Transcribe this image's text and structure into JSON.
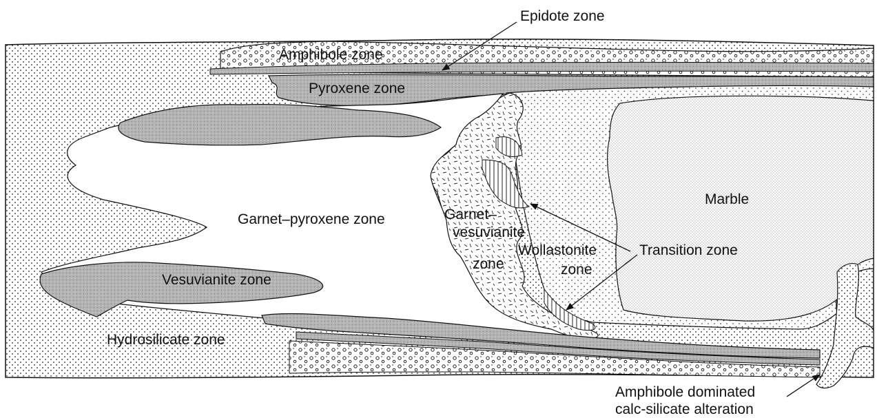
{
  "labels": {
    "epidote": "Epidote zone",
    "amphibole": "Amphibole zone",
    "pyroxene": "Pyroxene zone",
    "garnet_pyroxene": "Garnet–pyroxene zone",
    "garnet_vesuvianite_line1": "Garnet–",
    "garnet_vesuvianite_line2": "vesuvianite",
    "garnet_vesuvianite_line3": "zone",
    "wollastonite_line1": "Wollastonite",
    "wollastonite_line2": "zone",
    "marble": "Marble",
    "transition": "Transition zone",
    "vesuvianite": "Vesuvianite zone",
    "hydrosilicate": "Hydrosilicate zone",
    "amphibole_dominated_line1": "Amphibole dominated",
    "amphibole_dominated_line2": "calc-silicate alteration"
  }
}
